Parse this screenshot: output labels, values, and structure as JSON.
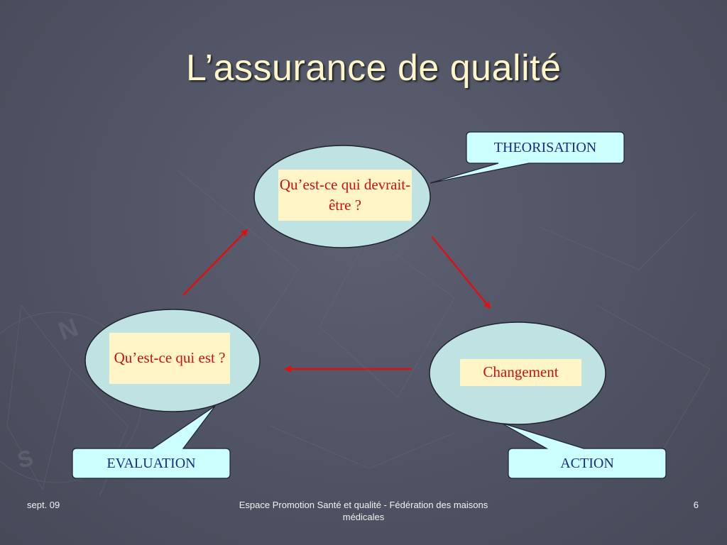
{
  "slide": {
    "title": "L’assurance de qualité",
    "nodes": {
      "top": "Qu’est-ce qui devrait-être ?",
      "left": "Qu’est-ce qui est ?",
      "right": "Changement"
    },
    "callouts": {
      "theorisation": "THEORISATION",
      "evaluation": "EVALUATION",
      "action": "ACTION"
    },
    "footer": {
      "date": "sept. 09",
      "center": "Espace Promotion Santé et qualité - Fédération des maisons médicales",
      "page": "6"
    }
  },
  "colors": {
    "background": "#4f5262",
    "title": "#fff6c8",
    "ellipse_fill": "#bfe3e3",
    "callout_fill": "#ccffff",
    "label_fill": "#fff5c6",
    "label_text": "#cc1010",
    "callout_text": "#1c2a8c",
    "arrow": "#dd1111"
  }
}
